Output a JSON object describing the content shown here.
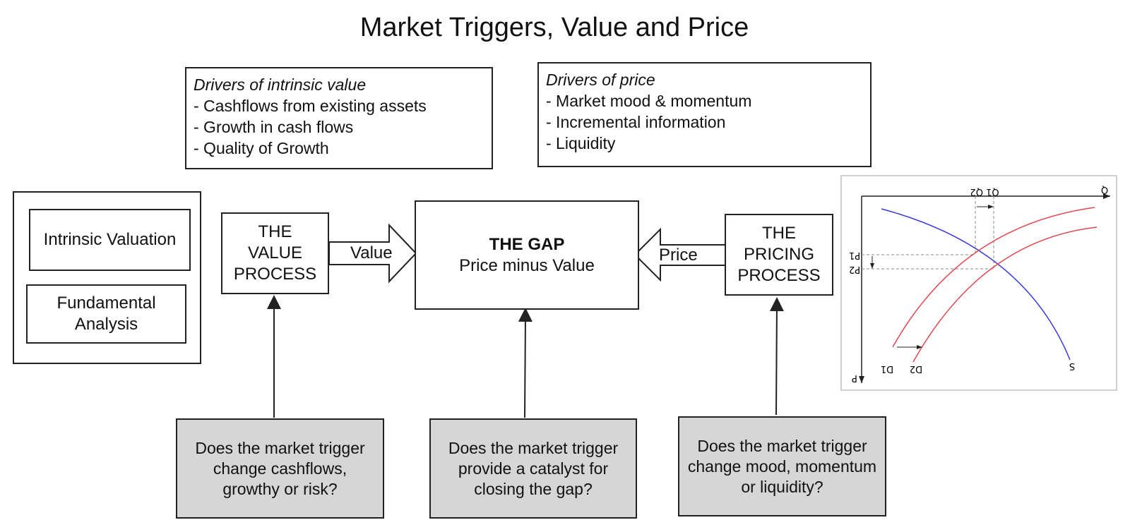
{
  "title": "Market Triggers, Value and Price",
  "intrinsic_drivers": {
    "heading": "Drivers of intrinsic value",
    "items": [
      "- Cashflows from existing assets",
      "- Growth in cash flows",
      "- Quality of Growth"
    ]
  },
  "price_drivers": {
    "heading": "Drivers of price",
    "items": [
      "- Market mood & momentum",
      "- Incremental information",
      "- Liquidity"
    ]
  },
  "approaches": {
    "intrinsic_valuation": "Intrinsic Valuation",
    "fundamental_analysis": "Fundamental Analysis"
  },
  "value_process": "THE VALUE PROCESS",
  "value_arrow_label": "Value",
  "gap": {
    "title": "THE GAP",
    "subtitle": "Price minus Value"
  },
  "price_arrow_label": "Price",
  "pricing_process": "THE PRICING PROCESS",
  "questions": {
    "value": "Does the market trigger change cashflows, growthy or risk?",
    "gap": "Does the market trigger provide a catalyst for closing the gap?",
    "price": "Does the market trigger change mood, momentum or liquidity?"
  },
  "supply_demand_graph": {
    "labels": {
      "q_axis": "Q",
      "p_axis": "P",
      "q1q2": "Q1 Q2",
      "p1": "P1",
      "p2": "P2",
      "d1": "D1",
      "d2": "D2",
      "s": "S"
    },
    "colors": {
      "supply": "#3a3adf",
      "demand": "#e0474f",
      "axis": "#222222",
      "guide": "#888888"
    }
  },
  "colors": {
    "question_fill": "#d6d6d6",
    "border": "#222222"
  }
}
